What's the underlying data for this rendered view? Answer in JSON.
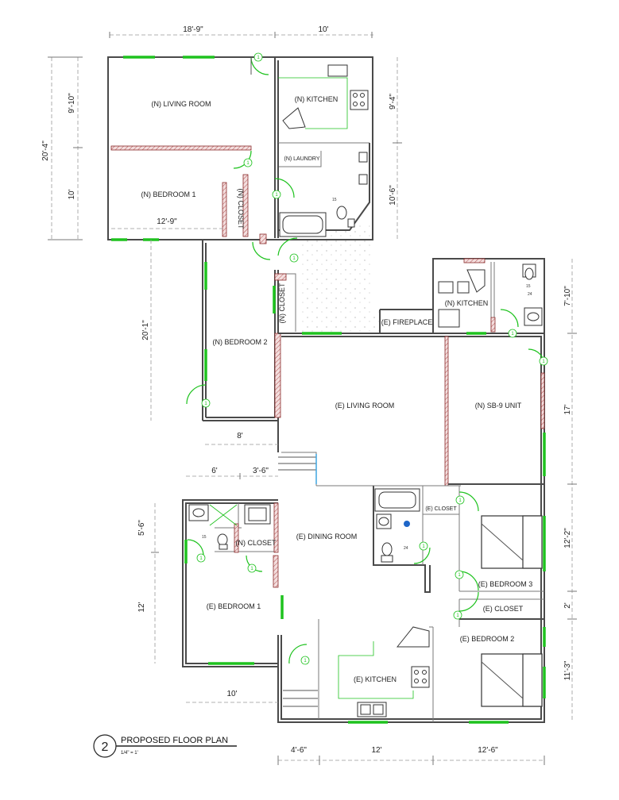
{
  "title_block": {
    "number": "2",
    "title": "PROPOSED FLOOR PLAN",
    "scale": "1/4\" = 1'"
  },
  "rooms": {
    "n_living_room": "(N) LIVING ROOM",
    "n_kitchen": "(N) KITCHEN",
    "n_laundry": "(N) LAUNDRY",
    "n_bedroom_1": "(N) BEDROOM 1",
    "n_closet_1": "(N) CLOSET",
    "n_bedroom_2": "(N) BEDROOM 2",
    "n_closet_2": "(N) CLOSET",
    "n_kitchen_2": "(N) KITCHEN",
    "e_fireplace": "(E) FIREPLACE",
    "e_living_room": "(E) LIVING ROOM",
    "n_sb9_unit": "(N) SB-9 UNIT",
    "e_dining_room": "(E) DINING ROOM",
    "e_closet_1": "(E) CLOSET",
    "n_closet_3": "(N) CLOSET",
    "e_bedroom_1": "(E) BEDROOM 1",
    "e_bedroom_3": "(E) BEDROOM 3",
    "e_closet_2": "(E) CLOSET",
    "e_bedroom_2": "(E) BEDROOM 2",
    "e_kitchen": "(E) KITCHEN"
  },
  "dimensions": {
    "top_1": "18'-9\"",
    "top_2": "10'",
    "left_total": "20'-4\"",
    "left_1": "9'-10\"",
    "left_2": "10'",
    "right_1": "9'-4\"",
    "right_2": "10'-6\"",
    "bedroom1_width": "12'-9\"",
    "bedroom2_height": "20'-1\"",
    "mid_width": "8'",
    "lower_1": "6'",
    "lower_2": "3'-6\"",
    "left_lower_1": "5'-6\"",
    "left_lower_2": "12'",
    "e_bed1_width": "10'",
    "right_upper": "7'-10\"",
    "right_living": "17'",
    "right_bed3": "12'-2\"",
    "right_closet": "2'",
    "right_bed2": "11'-3\"",
    "bottom_1": "4'-6\"",
    "bottom_2": "12'",
    "bottom_3": "12'-6\""
  },
  "door_tag": "①",
  "fixture_notes": {
    "note_15": "15",
    "note_24": "24"
  },
  "colors": {
    "window": "#1ec21e",
    "wall": "#4a4a4a",
    "new_wall_hatch": "#8a2a2a"
  }
}
